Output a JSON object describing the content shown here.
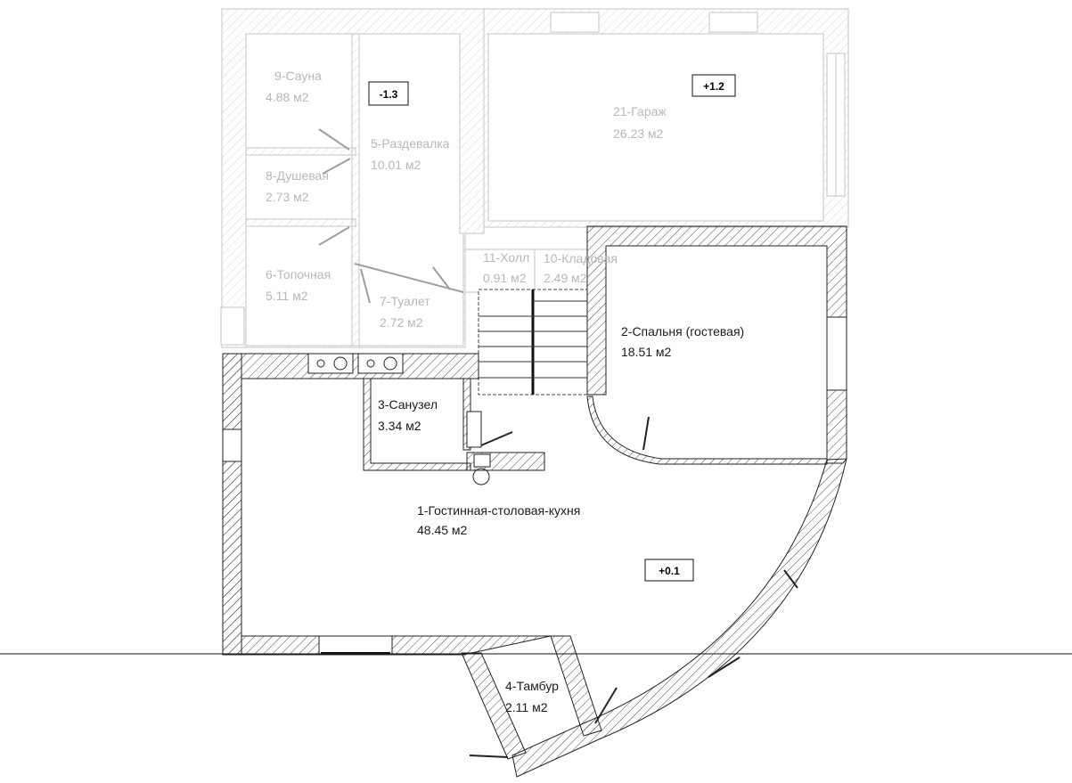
{
  "rooms": {
    "r9": {
      "name": "9-Сауна",
      "area": "4.88 м2"
    },
    "r5": {
      "name": "5-Раздевалка",
      "area": "10.01 м2"
    },
    "r8": {
      "name": "8-Душевая",
      "area": "2.73 м2"
    },
    "r6": {
      "name": "6-Топочная",
      "area": "5.11 м2"
    },
    "r7": {
      "name": "7-Туалет",
      "area": "2.72 м2"
    },
    "r21": {
      "name": "21-Гараж",
      "area": "26.23 м2"
    },
    "r11": {
      "name": "11-Холл",
      "area": "0.91 м2"
    },
    "r10": {
      "name": "10-Кладовая",
      "area": "2.49 м2"
    },
    "r2": {
      "name": "2-Спальня (гостевая)",
      "area": "18.51 м2"
    },
    "r3": {
      "name": "3-Санузел",
      "area": "3.34 м2"
    },
    "r1": {
      "name": "1-Гостинная-столовая-кухня",
      "area": "48.45 м2"
    },
    "r4": {
      "name": "4-Тамбур",
      "area": "2.11 м2"
    }
  },
  "levels": {
    "basement": "-1.3",
    "garage": "+1.2",
    "main": "+0.1"
  },
  "colors": {
    "active_walls": "#1a1a1a",
    "inactive_walls": "#bdbdbd",
    "inactive_text": "#b0b0b0",
    "active_text": "#111111"
  }
}
